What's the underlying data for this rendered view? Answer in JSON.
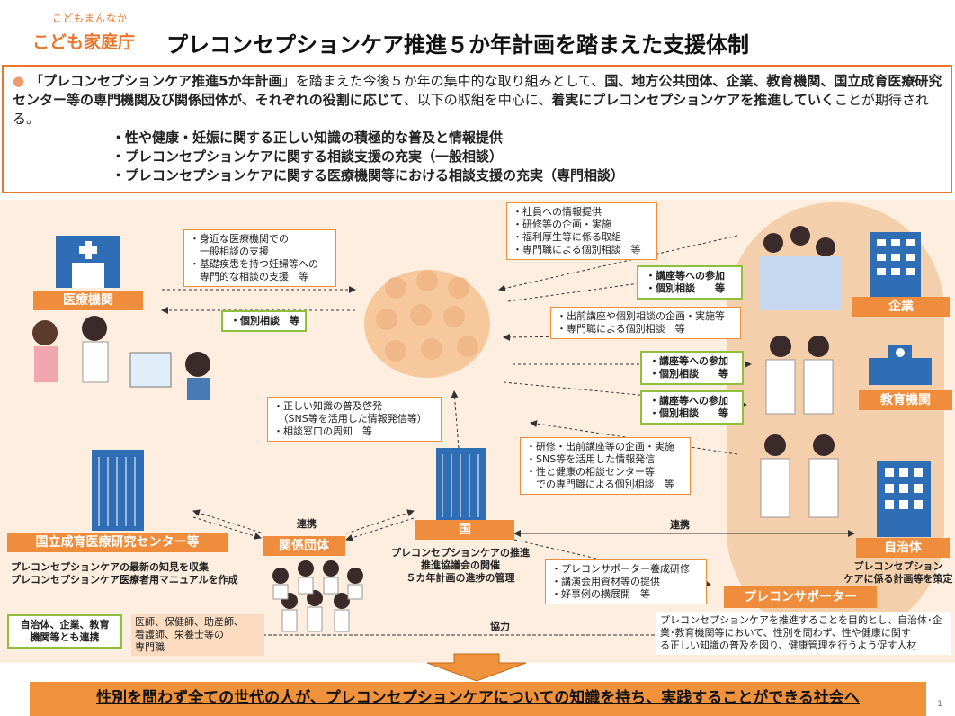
{
  "logo": {
    "small": "こどもまんなか",
    "main": "こども家庭庁"
  },
  "title": "プレコンセプションケア推進５か年計画を踏まえた支援体制",
  "intro": {
    "p1a": "「",
    "p1b": "プレコンセプションケア推進5か年計画",
    "p1c": "」を踏まえた今後５か年の集中的な取り組みとして、",
    "p1d": "国、地方公共団体、企業、教育機関、国立成育医療研究センター等の専門機関及び関係団体が、それぞれの役割に応じて",
    "p1e": "、以下の取組を中心に、",
    "p1f": "着実にプレコンセプションケアを推進していく",
    "p1g": "ことが期待される。",
    "item1": "・性や健康・妊娠に関する正しい知識の積極的な普及と情報提供",
    "item2": "・プレコンセプションケアに関する相談支援の充実（一般相談）",
    "item3": "・プレコンセプションケアに関する医療機関等における相談支援の充実（専門相談）"
  },
  "labels": {
    "medical": "医療機関",
    "company": "企業",
    "education": "教育機関",
    "local_gov": "自治体",
    "ncchd": "国立成育医療研究センター等",
    "assoc": "関係団体",
    "nation": "国",
    "supporter": "プレコンサポーター"
  },
  "boxes": {
    "med_support": "・身近な医療機関での\n　一般相談の支援\n・基礎疾患を持つ妊婦等への\n　専門的な相談の支援　等",
    "med_consult": "・個別相談　等",
    "company_provide": "・社員への情報提供\n・研修等の企画・実施\n・福利厚生等に係る取組\n・専門職による個別相談　等",
    "company_join": "・講座等への参加\n・個別相談　　等",
    "edu_provide": "・出前講座や個別相談の企画・実施等\n・専門職による個別相談　等",
    "edu_join1": "・講座等への参加\n・個別相談　　等",
    "edu_join2": "・講座等への参加\n・個別相談　　等",
    "gov_provide": "・研修・出前講座等の企画・実施\n・SNS等を活用した情報発信\n・性と健康の相談センター等\n　での専門職による個別相談　等",
    "nation_spread": "・正しい知識の普及啓発\n　（SNS等を活用した情報発信等）\n・相談窓口の周知　等",
    "nation_council": "プレコンセプションケアの推進\n推進協議会の開催\n５カ年計画の進捗の管理",
    "supporter_training": "・プレコンサポーター養成研修\n・講演会用資材等の提供\n・好事例の横展開　等",
    "ncchd_desc": "プレコンセプションケアの最新の知見を収集\nプレコンセプションケア医療者用マニュアルを作成",
    "assoc_members": "医師、保健師、助産師、\n看護師、栄養士等の\n専門職",
    "collab_box": "自治体、企業、教育\n機関等とも連携",
    "local_gov_desc": "プレコンセプション\nケアに係る計画等を策定",
    "supporter_desc": "プレコンセプションケアを推進することを目的とし、自治体･企\n業･教育機関等において、性別を問わず、性や健康に関す\nる正しい知識の普及を図り、健康管理を行うよう促す人材"
  },
  "arrows": {
    "renkei1": "連携",
    "renkei2": "連携",
    "kyoryoku": "協力"
  },
  "bottom": "性別を問わず全ての世代の人が、プレコンセプションケアについての知識を持ち、実践することができる社会へ",
  "page_number": "1"
}
